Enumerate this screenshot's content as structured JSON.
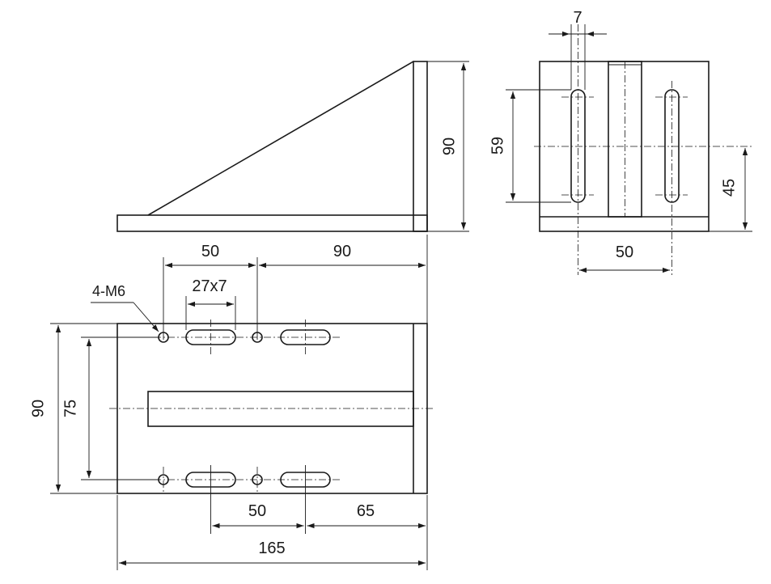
{
  "side_view": {
    "dim_height": "90",
    "dim_base_left": "50",
    "dim_base_right": "90"
  },
  "end_view": {
    "dim_slot_width": "7",
    "dim_slot_length": "59",
    "dim_slot_spacing": "50",
    "dim_center_height": "45"
  },
  "plan_view": {
    "callout_thread": "4-M6",
    "dim_slot_size": "27x7",
    "dim_overall_height": "90",
    "dim_hole_spacing": "75",
    "dim_slot_pitch": "50",
    "dim_right_offset": "65",
    "dim_overall_length": "165"
  }
}
